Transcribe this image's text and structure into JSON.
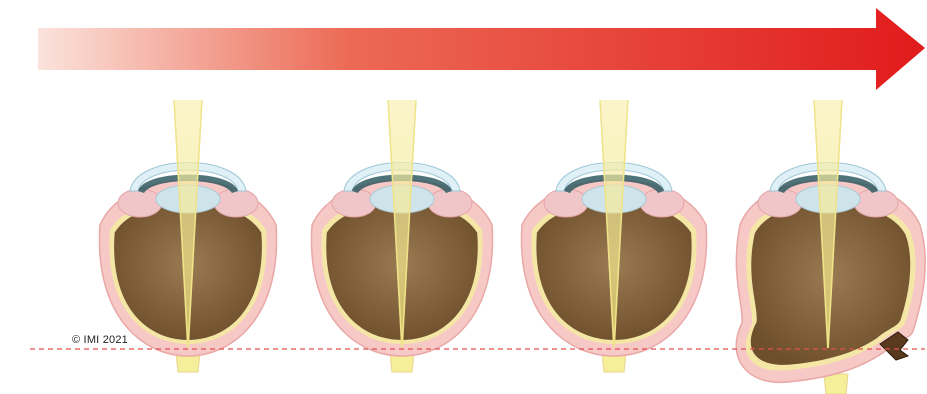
{
  "copyright": "© IMI 2021",
  "colors": {
    "arrow_start": "#fbe3dc",
    "arrow_end": "#e11b1b",
    "sclera": "#f6c9c7",
    "choroid_wall": "#f4e7a6",
    "vitreous_dark": "#6e4f2b",
    "vitreous_light": "#9a7a52",
    "light_ray": "#efe38a",
    "optic_nerve": "#f6ef9a",
    "reference_line": "#e35050",
    "cornea": "#dff1f7",
    "lens": "#cfe3ea",
    "ciliary": "#f1c6c8",
    "iris": "#2f5c63"
  },
  "eyes": [
    {
      "name": "eye-emmetropic",
      "stage": 1,
      "elongation": 0
    },
    {
      "name": "eye-mild-myopia",
      "stage": 2,
      "elongation": 1
    },
    {
      "name": "eye-high-myopia",
      "stage": 3,
      "elongation": 2
    },
    {
      "name": "eye-pathologic-myopia",
      "stage": 4,
      "elongation": 3,
      "staphyloma": true
    }
  ]
}
